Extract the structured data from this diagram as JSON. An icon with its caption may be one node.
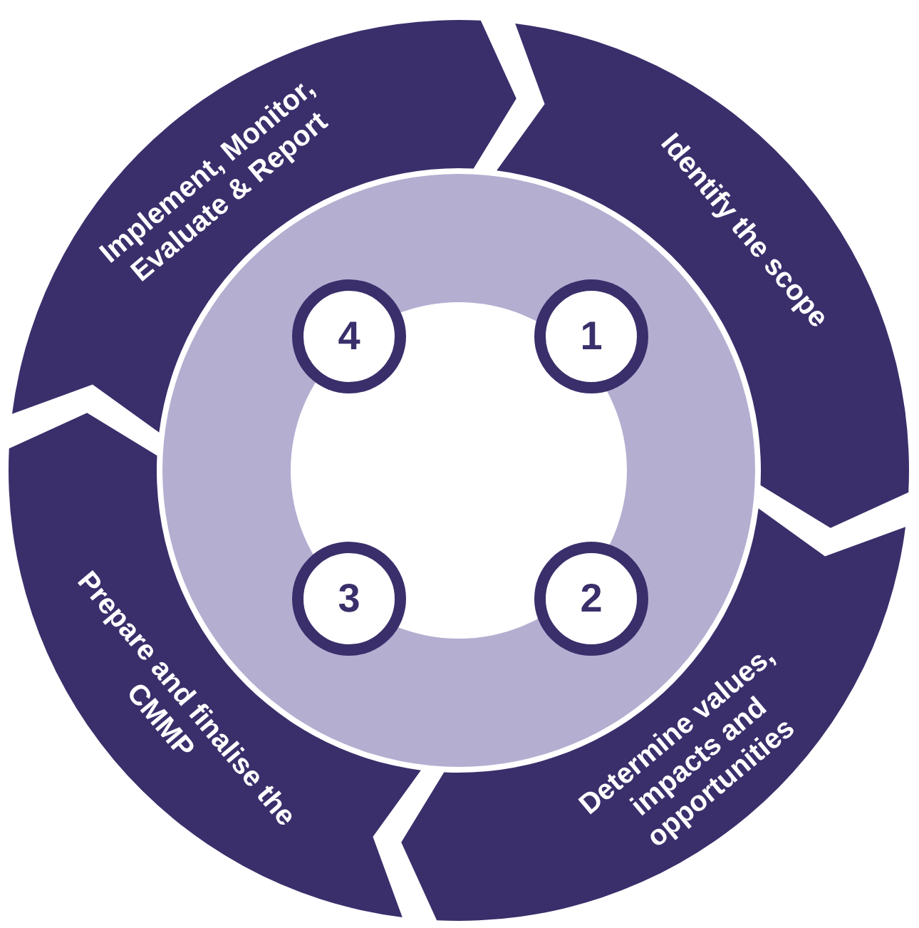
{
  "diagram": {
    "nodes": [
      {
        "text": [
          "Identify the scope"
        ]
      },
      {
        "text": [
          "Determine values, impacts and opportunities"
        ]
      },
      {
        "text": [
          "Prepare and finalise the CMMP"
        ]
      },
      {
        "text": [
          "Implement, Monitor, Evaluate & Report"
        ]
      },
      {
        "text": [
          "1"
        ]
      },
      {
        "text": [
          "2"
        ]
      },
      {
        "text": [
          "3"
        ]
      },
      {
        "text": [
          "4"
        ]
      }
    ]
  }
}
